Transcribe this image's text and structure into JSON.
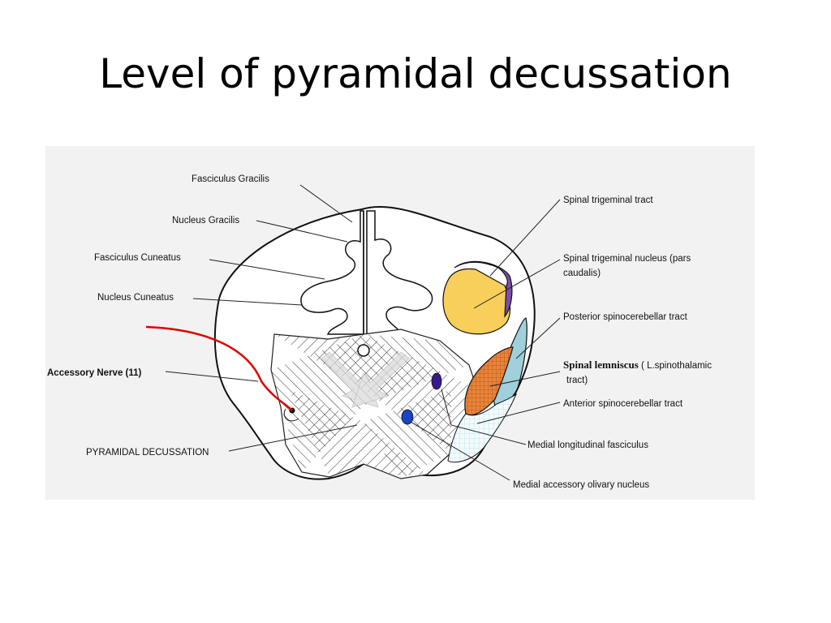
{
  "slide": {
    "title": "Level of pyramidal decussation"
  },
  "labels": {
    "fasciculus_gracilis": "Fasciculus Gracilis",
    "nucleus_gracilis": "Nucleus Gracilis",
    "fasciculus_cuneatus": "Fasciculus Cuneatus",
    "nucleus_cuneatus": "Nucleus Cuneatus",
    "accessory_nerve": "Accessory Nerve (11)",
    "pyramidal_decussation": "PYRAMIDAL DECUSSATION",
    "spinal_trigeminal_tract": "Spinal trigeminal tract",
    "spinal_trigeminal_nucleus_1": "Spinal trigeminal nucleus (pars",
    "spinal_trigeminal_nucleus_2": "caudalis)",
    "posterior_spinocerebellar": "Posterior spinocerebellar tract",
    "spinal_lemniscus_bold": "Spinal lemniscus",
    "spinal_lemniscus_rest": " ( L.spinothalamic",
    "spinal_lemniscus_2": "tract)",
    "anterior_spinocerebellar": "Anterior spinocerebellar tract",
    "medial_longitudinal": "Medial longitudinal fasciculus",
    "medial_accessory_olivary": "Medial accessory olivary nucleus"
  },
  "colors": {
    "accessory_nerve": "#e00000",
    "spinal_trigeminal_tract": "#7b4fa8",
    "spinal_trigeminal_nucleus": "#f7cf5a",
    "posterior_spinocerebellar": "#9fd0dc",
    "spinal_lemniscus": "#e8843a",
    "anterior_spinocerebellar": "#bfe6ee",
    "medial_longitudinal": "#3a1a8a",
    "medial_accessory_olivary": "#1a44c0"
  }
}
